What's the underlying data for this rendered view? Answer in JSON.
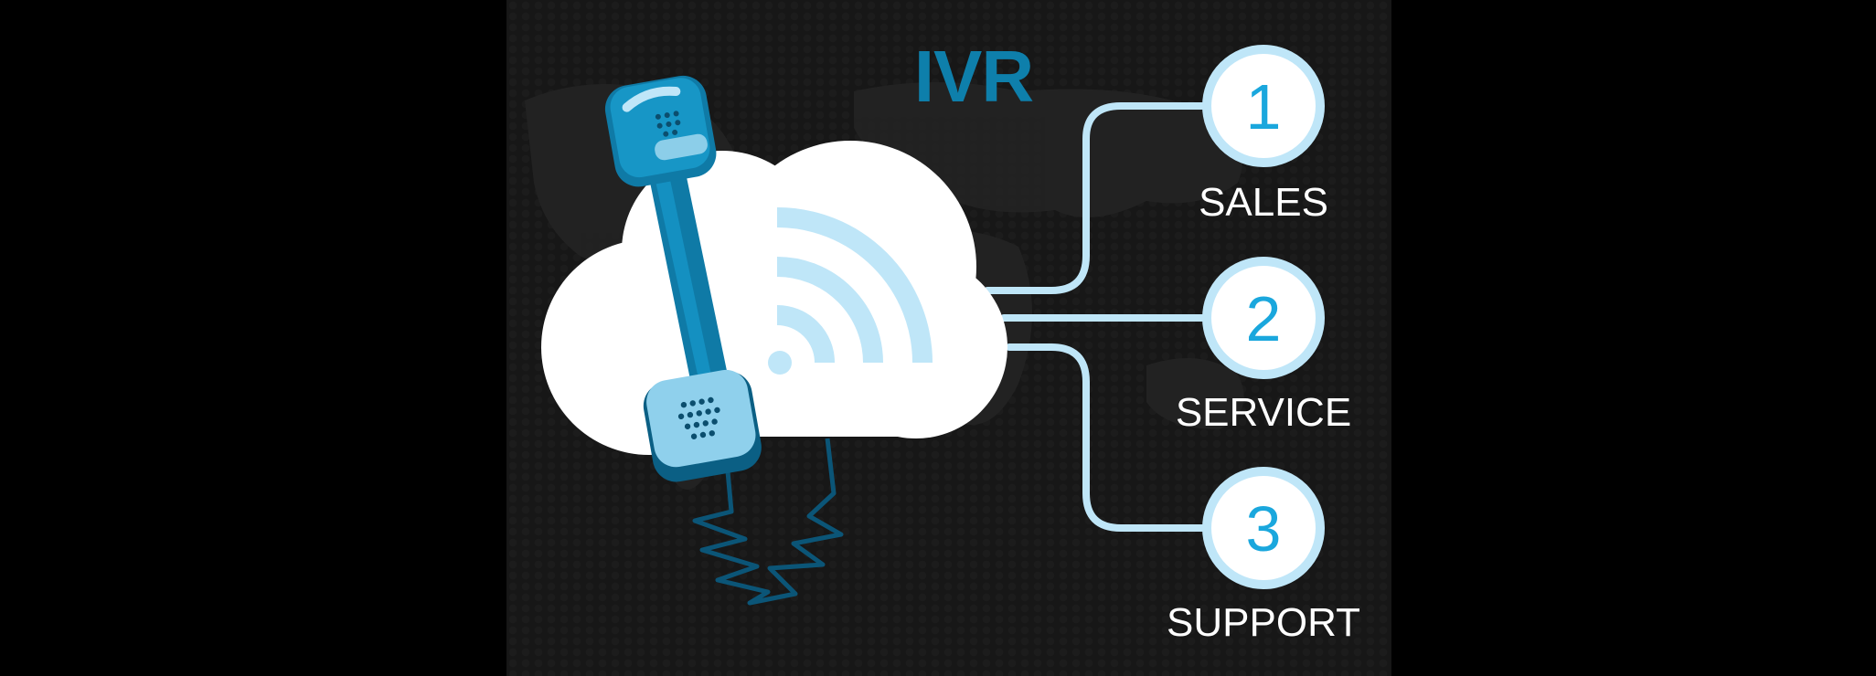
{
  "title": "IVR",
  "colors": {
    "title": "#0e7fab",
    "connector": "#bfe6f8",
    "number": "#1aa7dd",
    "handset": "#0f7aa6",
    "cloud": "#ffffff",
    "background": "#161616"
  },
  "icons": [
    "phone-handset-icon",
    "cloud-icon",
    "wifi-signal-icon",
    "world-map-icon"
  ],
  "options": [
    {
      "number": "1",
      "label": "SALES"
    },
    {
      "number": "2",
      "label": "SERVICE"
    },
    {
      "number": "3",
      "label": "SUPPORT"
    }
  ]
}
